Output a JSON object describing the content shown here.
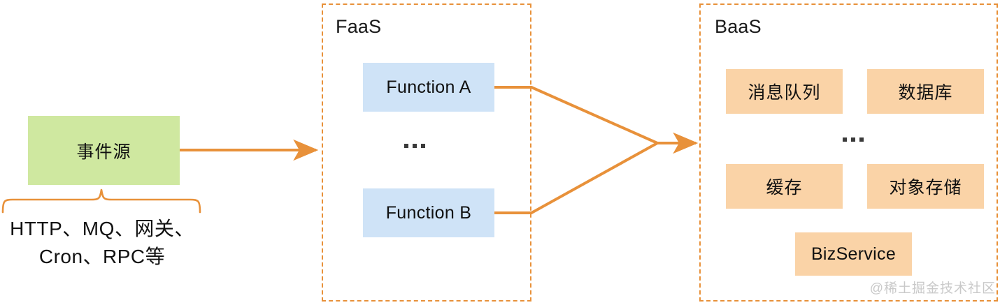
{
  "diagram": {
    "title_hidden": "",
    "accent_color": "#e8913a",
    "groups": [
      {
        "id": "faas",
        "label": "FaaS"
      },
      {
        "id": "baas",
        "label": "BaaS"
      }
    ],
    "event_source": {
      "label": "事件源",
      "color": "#cfe8a0",
      "caption_line1": "HTTP、MQ、网关、",
      "caption_line2": "Cron、RPC等"
    },
    "faas": {
      "label": "FaaS",
      "functions": [
        {
          "label": "Function A",
          "color": "#cfe3f7"
        },
        {
          "label": "Function B",
          "color": "#cfe3f7"
        }
      ],
      "ellipsis": "..."
    },
    "baas": {
      "label": "BaaS",
      "services_row1": [
        {
          "label": "消息队列",
          "color": "#fad3a7"
        },
        {
          "label": "数据库",
          "color": "#fad3a7"
        }
      ],
      "services_row2": [
        {
          "label": "缓存",
          "color": "#fad3a7"
        },
        {
          "label": "对象存储",
          "color": "#fad3a7"
        }
      ],
      "services_row3": [
        {
          "label": "BizService",
          "color": "#fad3a7"
        }
      ],
      "ellipsis": "..."
    },
    "connectors": [
      {
        "id": "source-to-faas",
        "from": "事件源",
        "to": "FaaS",
        "style": "arrow"
      },
      {
        "id": "functiona-to-baas",
        "from": "Function A",
        "to": "BaaS",
        "style": "arrow"
      },
      {
        "id": "functionb-to-baas",
        "from": "Function B",
        "to": "BaaS",
        "style": "arrow"
      }
    ],
    "watermark": "@稀土掘金技术社区"
  }
}
